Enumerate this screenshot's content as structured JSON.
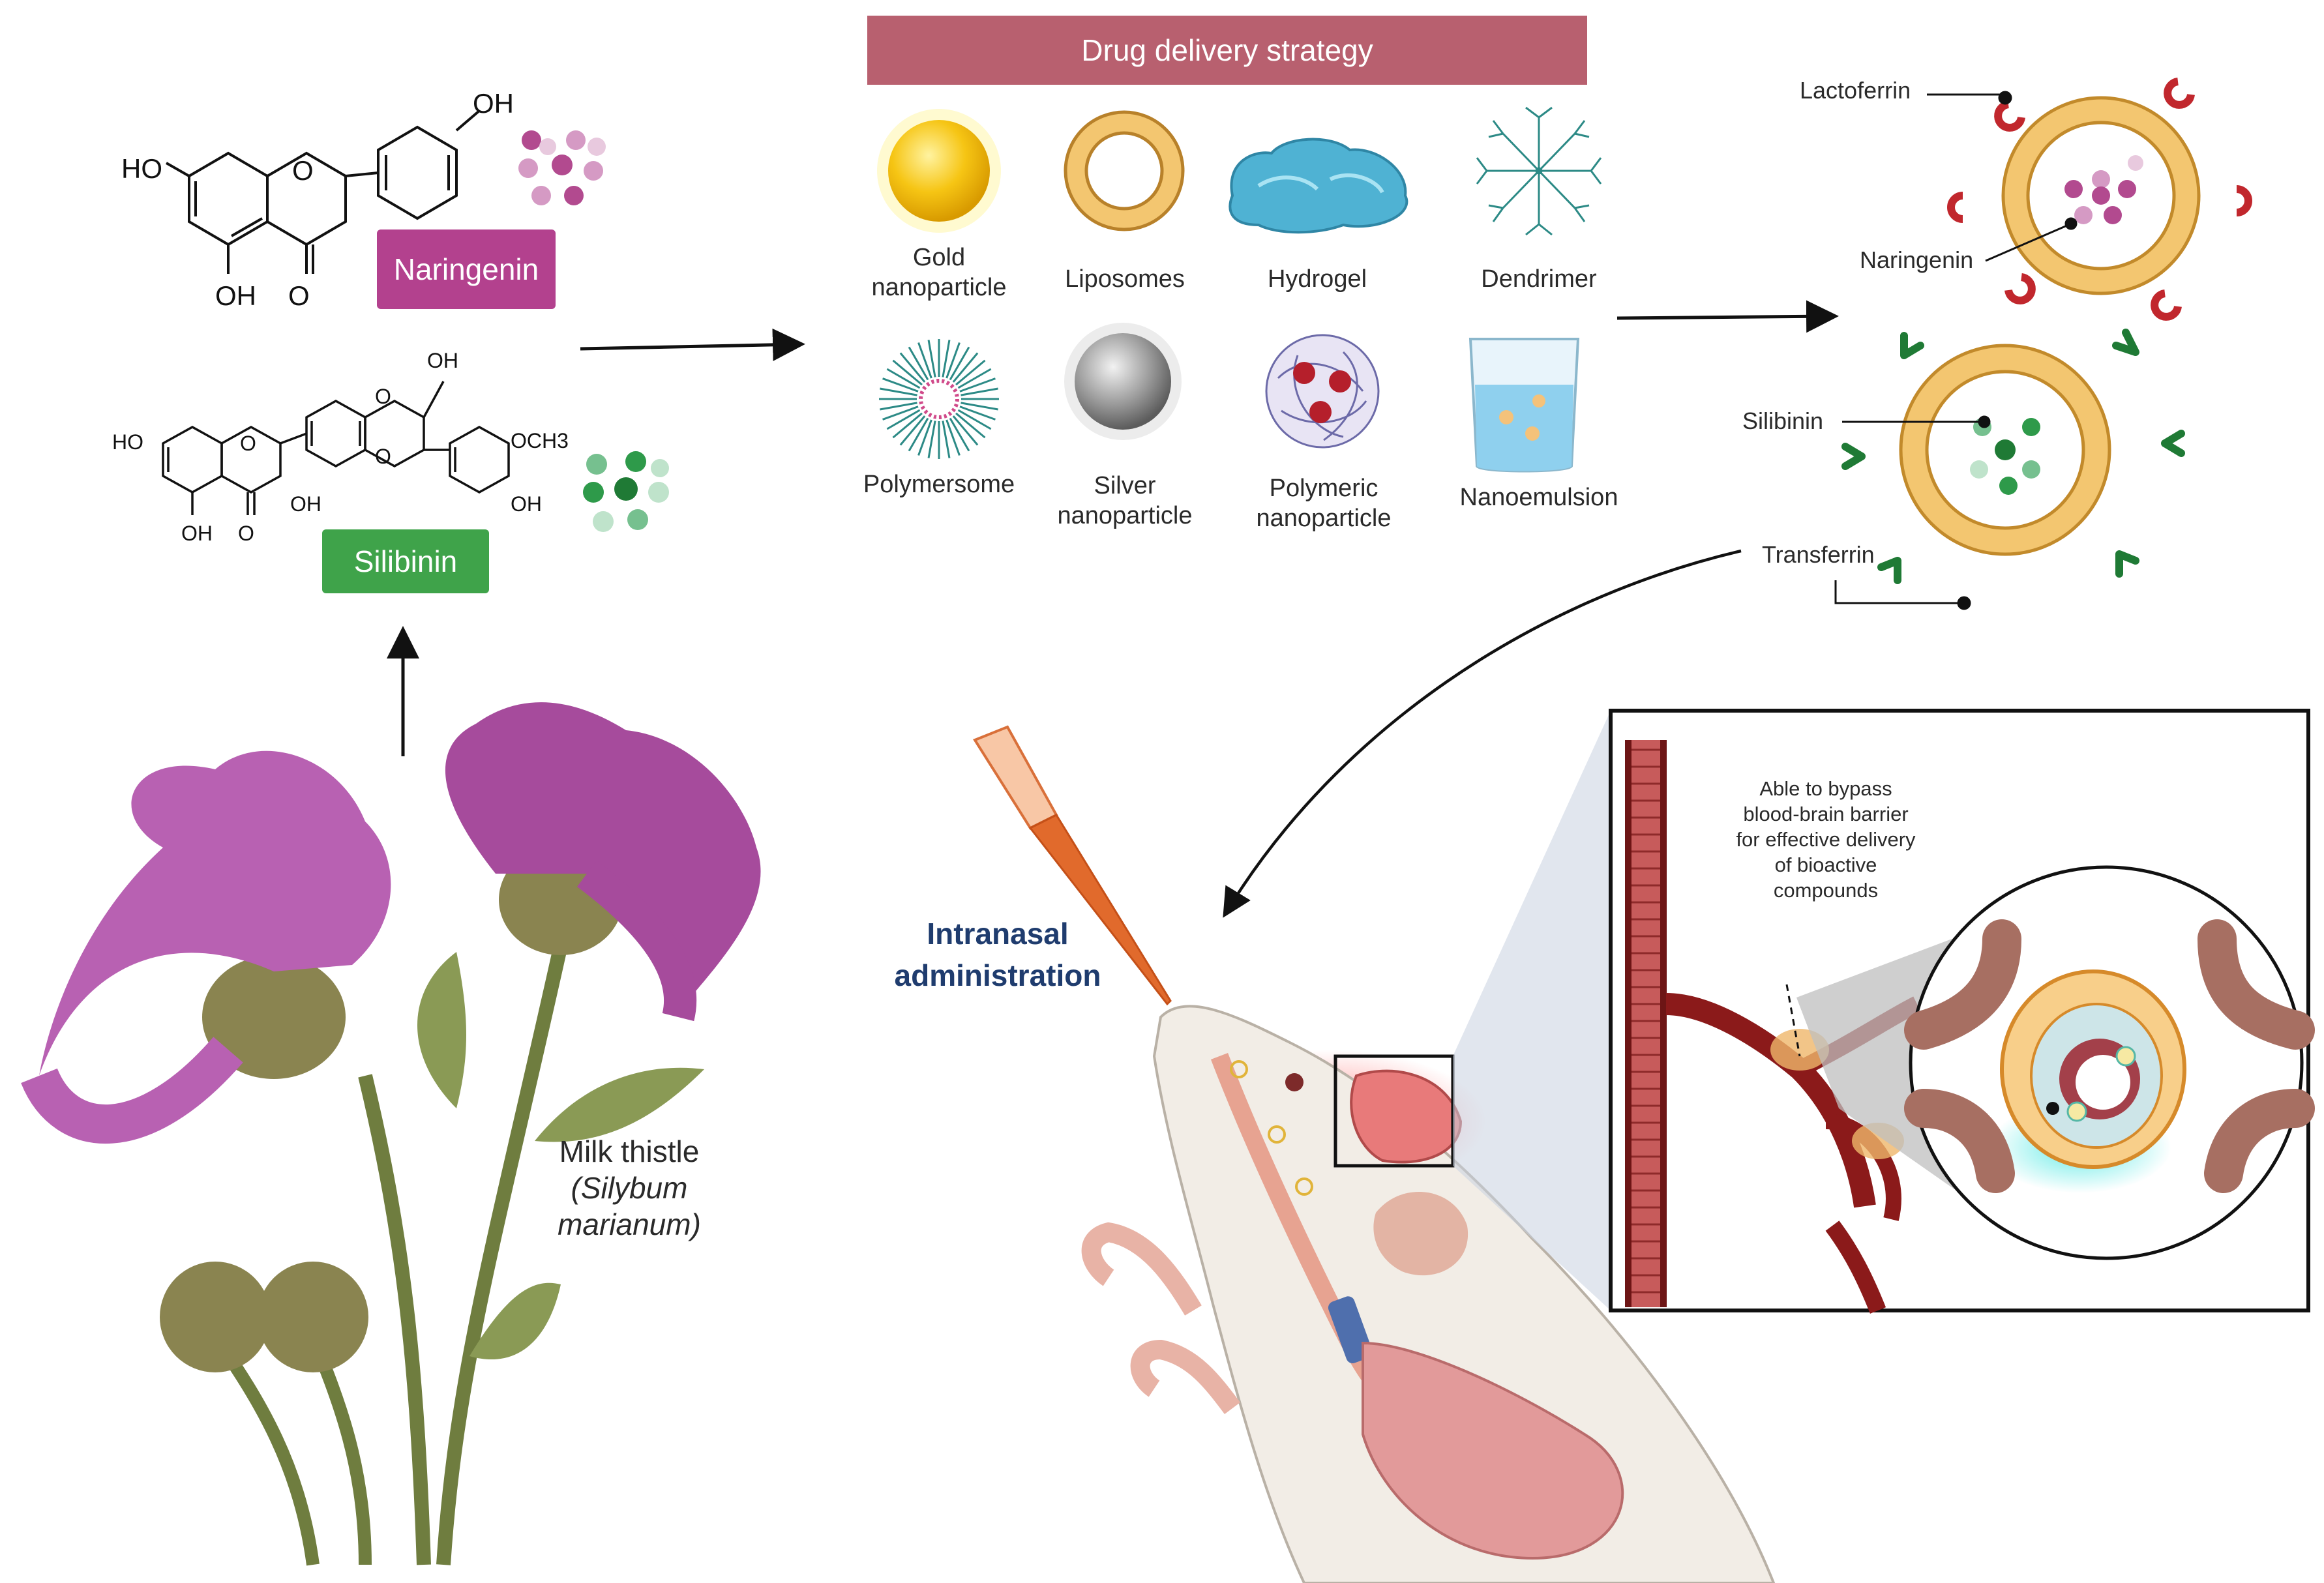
{
  "banner": {
    "title": "Drug delivery strategy"
  },
  "compounds": {
    "naringenin": {
      "label": "Naringenin",
      "groups": {
        "oh_top": "OH",
        "ho_left": "HO",
        "oh_bottom": "OH",
        "o_bottom": "O",
        "o_ring": "O"
      },
      "dot_colors": [
        "#b24a8f",
        "#d59ac4",
        "#e8c9de"
      ]
    },
    "silibinin": {
      "label": "Silibinin",
      "groups": {
        "oh_top": "OH",
        "ho_left": "HO",
        "oh_mid": "OH",
        "oh_bottom": "OH",
        "o_bottom": "O",
        "och3": "OCH3",
        "oh_right": "OH",
        "o1": "O",
        "o2": "O",
        "o3": "O"
      },
      "dot_colors": [
        "#2e9a4a",
        "#76c08f",
        "#bfe3cb"
      ]
    }
  },
  "strategies": [
    {
      "label_lines": [
        "Gold",
        "nanoparticle"
      ],
      "icon": "gold-nanoparticle-icon"
    },
    {
      "label_lines": [
        "Liposomes"
      ],
      "icon": "liposome-icon"
    },
    {
      "label_lines": [
        "Hydrogel"
      ],
      "icon": "hydrogel-icon"
    },
    {
      "label_lines": [
        "Dendrimer"
      ],
      "icon": "dendrimer-icon"
    },
    {
      "label_lines": [
        "Polymersome"
      ],
      "icon": "polymersome-icon"
    },
    {
      "label_lines": [
        "Silver",
        "nanoparticle"
      ],
      "icon": "silver-nanoparticle-icon"
    },
    {
      "label_lines": [
        "Polymeric",
        "nanoparticle"
      ],
      "icon": "polymeric-nanoparticle-icon"
    },
    {
      "label_lines": [
        "Nanoemulsion"
      ],
      "icon": "nanoemulsion-icon"
    }
  ],
  "targeted": {
    "lactoferrin": "Lactoferrin",
    "naringenin": "Naringenin",
    "silibinin": "Silibinin",
    "transferrin": "Transferrin"
  },
  "plant": {
    "name": "Milk thistle",
    "latin_1": "(Silybum",
    "latin_2": "marianum)"
  },
  "route": {
    "line1": "Intranasal",
    "line2": "administration"
  },
  "bbb_note": {
    "lines": [
      "Able to bypass",
      "blood-brain barrier",
      "for effective delivery",
      "of bioactive",
      "compounds"
    ]
  },
  "colors": {
    "banner": "#b8606f",
    "naringenin_tag": "#b3418e",
    "silibinin_tag": "#3fa34a",
    "liposome_shell": "#e9b55a",
    "vessel": "#8b1a1a",
    "route_text": "#1f3c6e"
  }
}
